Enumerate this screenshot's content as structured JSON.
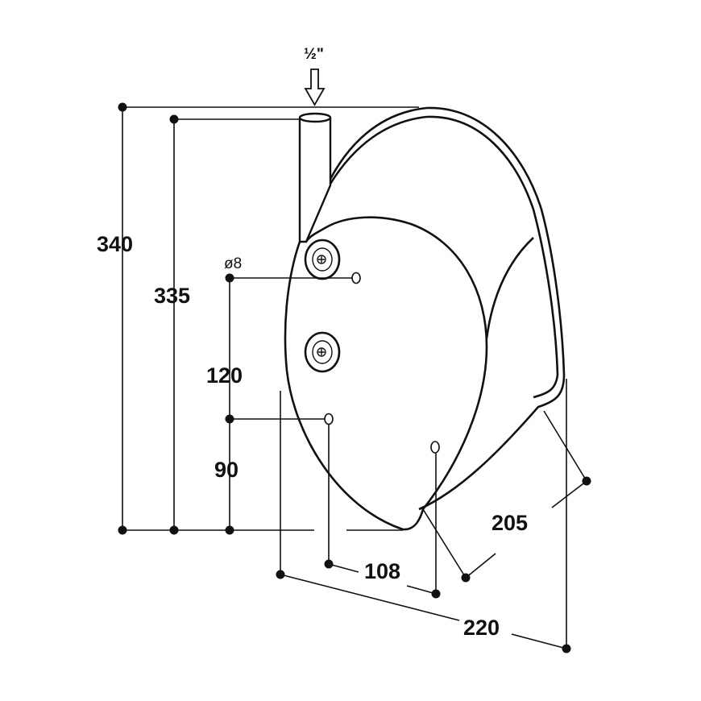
{
  "drawing": {
    "pipe_size": "½\"",
    "hole_diameter": "ø8",
    "dimensions": {
      "overall_height": "340",
      "pipe_height": "335",
      "hole_spacing_vertical": "120",
      "lower_hole_height": "90",
      "hole_spacing_horizontal": "108",
      "overall_width": "220",
      "depth": "205"
    }
  }
}
